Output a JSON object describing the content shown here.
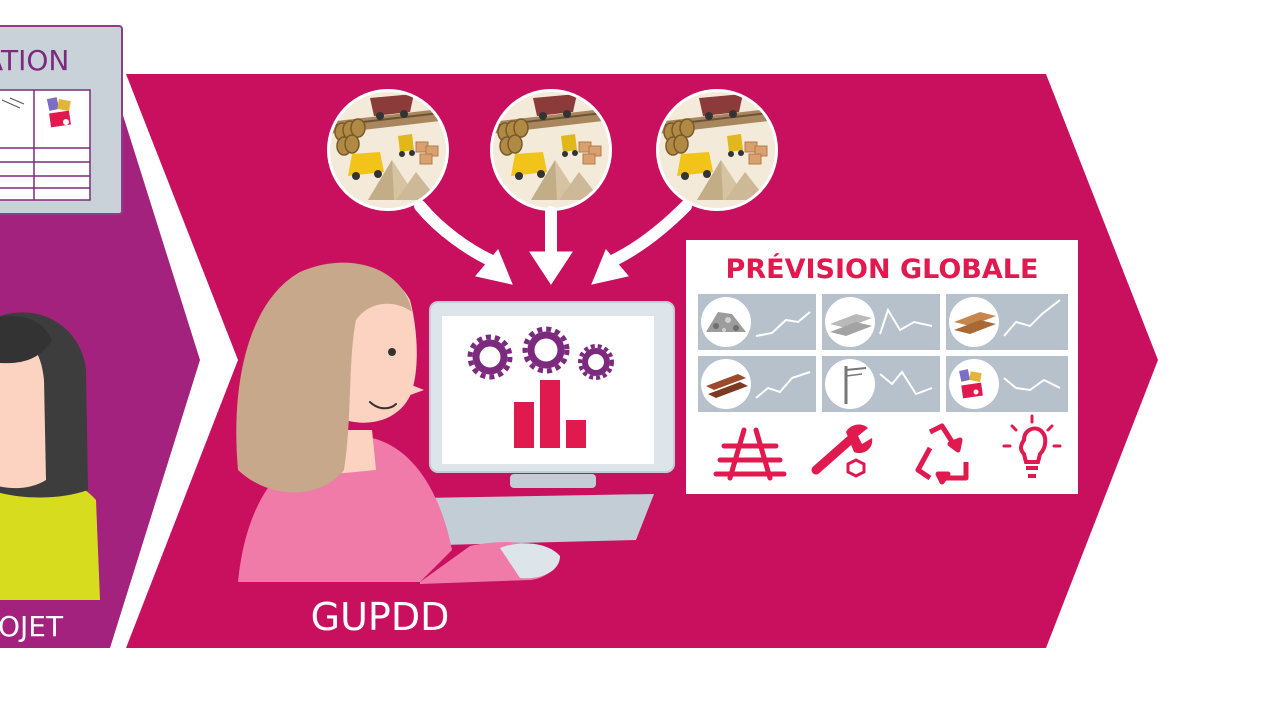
{
  "left_panel": {
    "doc_title_fragment": "ATION",
    "caption_fragment": "OJET"
  },
  "main_panel": {
    "caption": "GUPDD",
    "forecast_title": "PRÉVISION GLOBALE"
  },
  "icons": {
    "resource_circles": [
      "construction-site-icon",
      "construction-site-icon",
      "construction-site-icon"
    ],
    "forecast_tiles": [
      "gravel-icon",
      "concrete-sleepers-icon",
      "wood-beams-icon",
      "steel-rails-icon",
      "catenary-pole-icon",
      "equipment-icon"
    ],
    "categories": [
      "railway-track-icon",
      "wrench-icon",
      "recycle-icon",
      "lightbulb-icon"
    ]
  },
  "colors": {
    "magenta": "#c8105f",
    "purple": "#a3227e",
    "accent_red": "#e0194f",
    "gear_purple": "#7b2a7e",
    "tile_gray": "#b6c1cb",
    "skin": "#fbd3c0",
    "hair": "#c8a88a",
    "shirt": "#f07aa8"
  }
}
